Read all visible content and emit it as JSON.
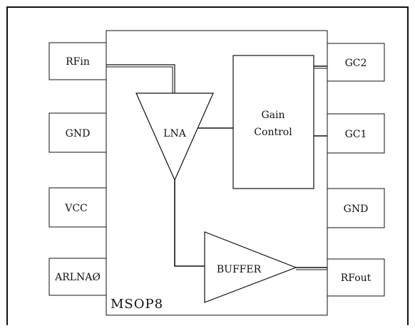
{
  "package": {
    "label": "MSOP8"
  },
  "pins": {
    "left": [
      {
        "label": "RFin"
      },
      {
        "label": "GND"
      },
      {
        "label": "VCC"
      },
      {
        "label": "ARLNAØ"
      }
    ],
    "right": [
      {
        "label": "GC2"
      },
      {
        "label": "GC1"
      },
      {
        "label": "GND"
      },
      {
        "label": "RFout"
      }
    ]
  },
  "blocks": {
    "lna": {
      "label": "LNA"
    },
    "gain_control": {
      "line1": "Gain",
      "line2": "Control"
    },
    "buffer": {
      "label": "BUFFER"
    }
  },
  "colors": {
    "stroke": "#111111",
    "background": "#ffffff"
  }
}
